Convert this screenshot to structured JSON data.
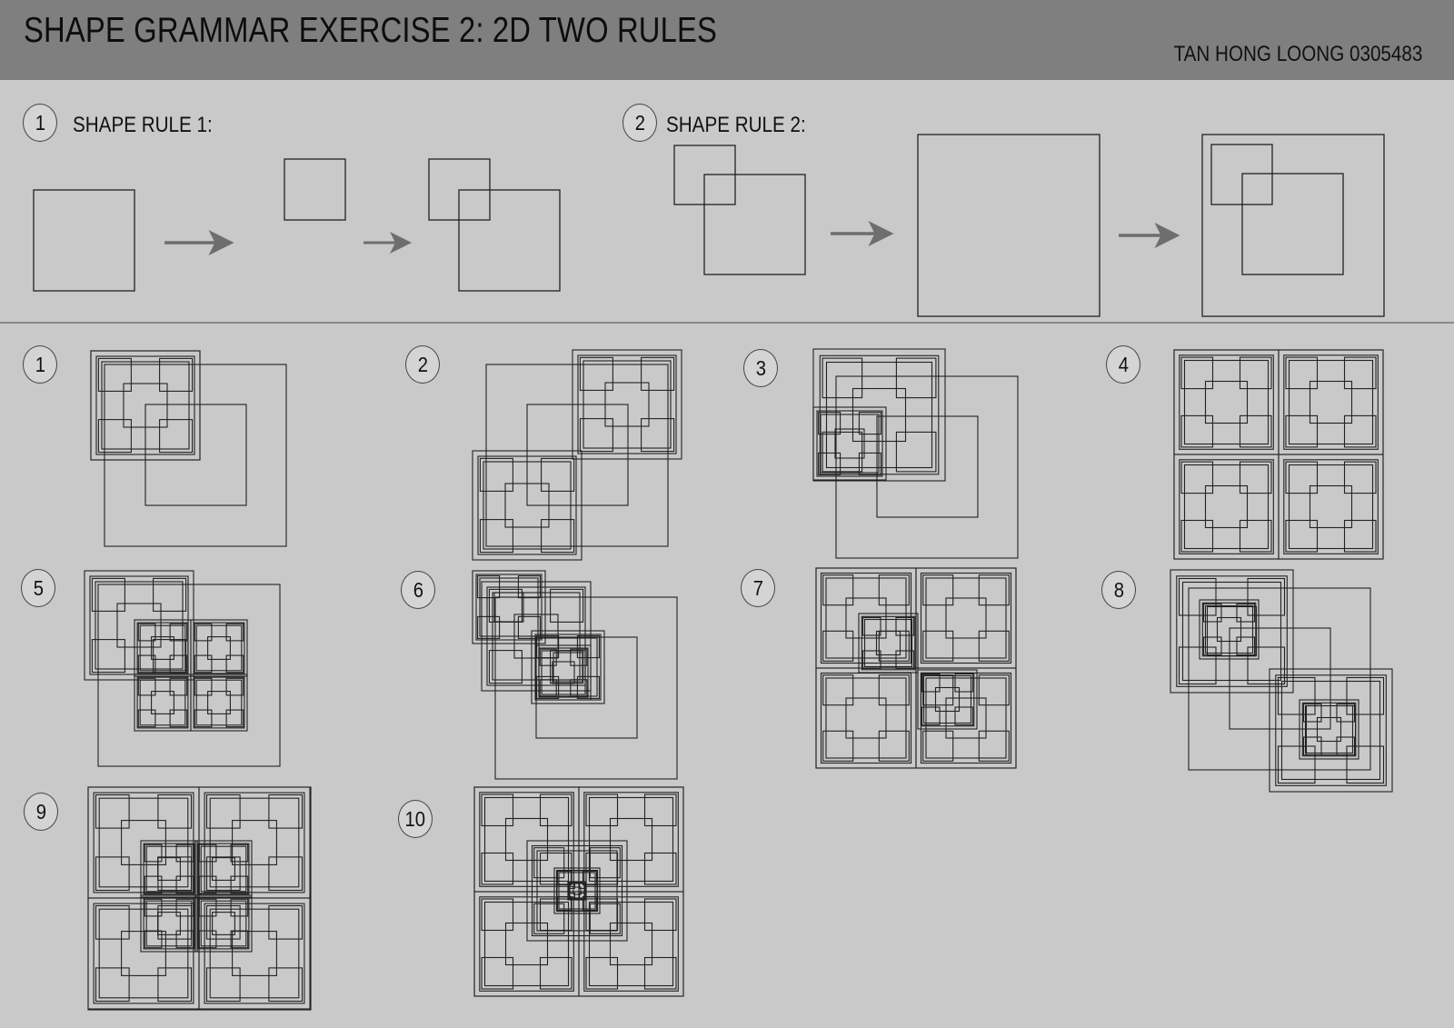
{
  "header": {
    "title": "SHAPE GRAMMAR EXERCISE 2: 2D TWO RULES",
    "author": "TAN HONG LOONG 0305483"
  },
  "rules": [
    {
      "number": "1",
      "label": "SHAPE RULE 1:"
    },
    {
      "number": "2",
      "label": "SHAPE RULE 2:"
    }
  ],
  "iterations": [
    "1",
    "2",
    "3",
    "4",
    "5",
    "6",
    "7",
    "8",
    "9",
    "10"
  ],
  "colors": {
    "header_bg": "#7f7f7f",
    "page_bg": "#c9c9c9",
    "line": "#222222",
    "arrow": "#6e6e6e"
  }
}
